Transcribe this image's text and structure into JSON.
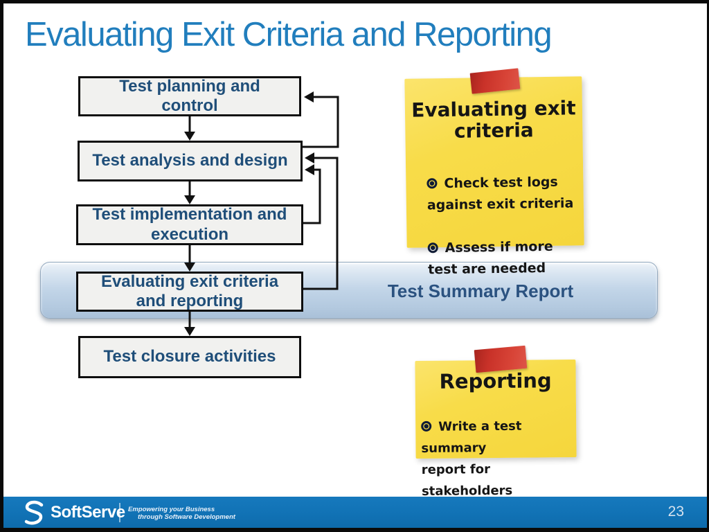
{
  "slide": {
    "title": "Evaluating Exit Criteria and Reporting",
    "page_number": "23"
  },
  "flowchart": {
    "boxes": [
      {
        "label": "Test planning and control"
      },
      {
        "label": "Test analysis and design"
      },
      {
        "label": "Test implementation and execution"
      },
      {
        "label": "Evaluating exit criteria and reporting"
      },
      {
        "label": "Test closure activities"
      }
    ]
  },
  "banner": {
    "label": "Test Summary Report"
  },
  "notes": [
    {
      "title": "Evaluating exit criteria",
      "bullets": [
        "Check test logs\nagainst exit criteria",
        "Assess if more\ntest are needed"
      ]
    },
    {
      "title": "Reporting",
      "bullets": [
        "Write a test summary\nreport for stakeholders"
      ]
    }
  ],
  "footer": {
    "brand": "SoftServe",
    "tagline_line1": "Empowering your Business",
    "tagline_line2": "through Software Development"
  },
  "colors": {
    "title_blue": "#217EBD",
    "box_text_navy": "#1F4E79",
    "banner_blue": "#C2D5E8",
    "sticky_yellow": "#F6D93F",
    "tape_red": "#CC372C",
    "footer_blue": "#1172B5"
  }
}
